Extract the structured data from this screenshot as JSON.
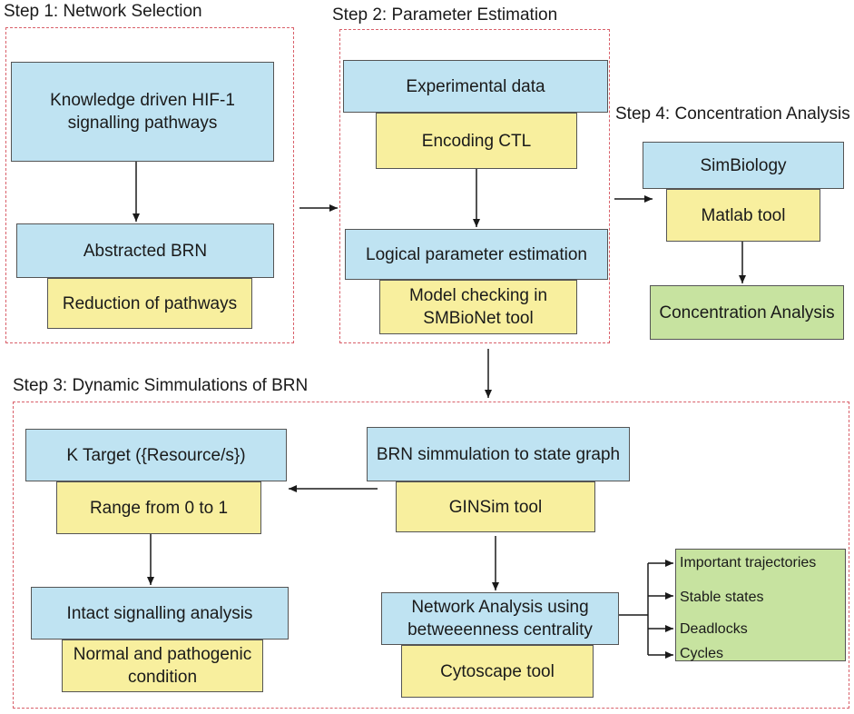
{
  "steps": {
    "step1": "Step 1: Network Selection",
    "step2": "Step 2: Parameter Estimation",
    "step3": "Step 3: Dynamic Simmulations of BRN",
    "step4": "Step 4: Concentration Analysis"
  },
  "nodes": {
    "knowledge": "Knowledge driven HIF-1 signalling pathways",
    "abstracted_brn": "Abstracted BRN",
    "reduction": "Reduction of pathways",
    "experimental": "Experimental data",
    "encoding_ctl": "Encoding CTL",
    "logical_param": "Logical parameter estimation",
    "model_checking": "Model checking in SMBioNet tool",
    "simbiology": "SimBiology",
    "matlab": "Matlab tool",
    "concentration": "Concentration Analysis",
    "k_target": "K Target ({Resource/s})",
    "range": "Range from 0 to 1",
    "intact": "Intact signalling analysis",
    "normal": "Normal and pathogenic condition",
    "brn_sim": "BRN simmulation to state graph",
    "ginsim": "GINSim tool",
    "network_analysis": "Network Analysis using betweeenness centrality",
    "cytoscape": "Cytoscape tool"
  },
  "outcomes": [
    "Important trajectories",
    "Stable states",
    "Deadlocks",
    "Cycles"
  ],
  "colors": {
    "blue_box": "#bfe3f2",
    "yellow_box": "#f8ef9e",
    "green_box": "#c7e3a0",
    "dashed_border": "#d9606a"
  }
}
